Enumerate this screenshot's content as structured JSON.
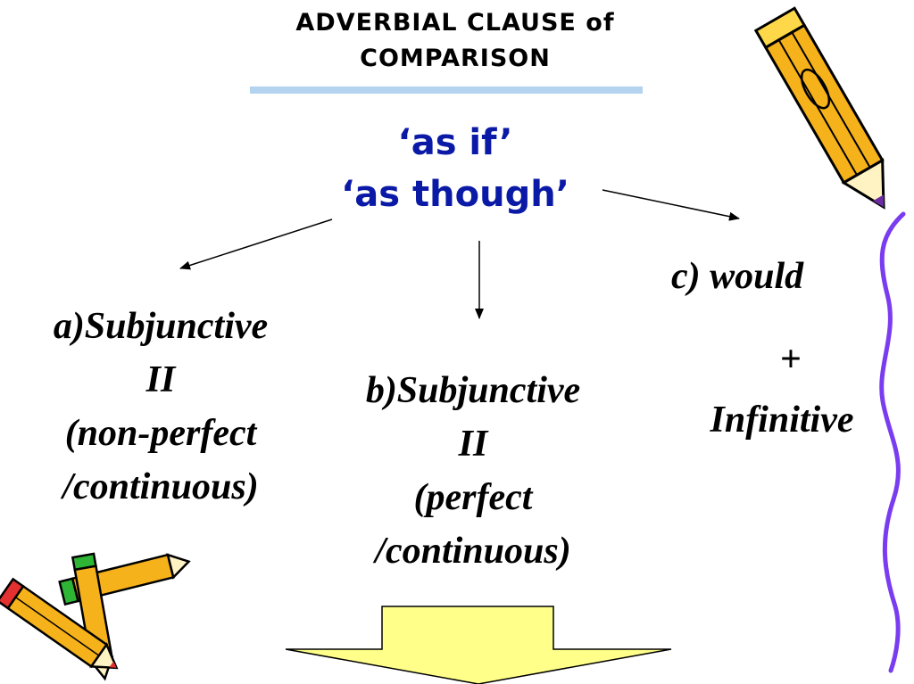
{
  "title": {
    "line1": "ADVERBIAL CLAUSE of",
    "line2": "COMPARISON"
  },
  "conjunctions": {
    "line1": "‘as if’",
    "line2": "‘as though’",
    "color": "#0a1aa6"
  },
  "branch_a": {
    "line1": "a)Subjunctive",
    "line2": "II",
    "line3": "(non-perfect",
    "line4": "/continuous)"
  },
  "branch_b": {
    "line1": "b)Subjunctive",
    "line2": "II",
    "line3": "(perfect",
    "line4": "/continuous)"
  },
  "branch_c": {
    "line1": "c) would",
    "line2": "+",
    "line3": "Infinitive"
  },
  "colors": {
    "rule": "#b3d3ef",
    "down_arrow_fill": "#ffff8a",
    "wavy_line": "#7a3cf0",
    "pencil_body": "#f6b21a"
  },
  "icons": [
    "pencil-icon",
    "crossed-pencils-icon",
    "down-block-arrow-icon"
  ]
}
